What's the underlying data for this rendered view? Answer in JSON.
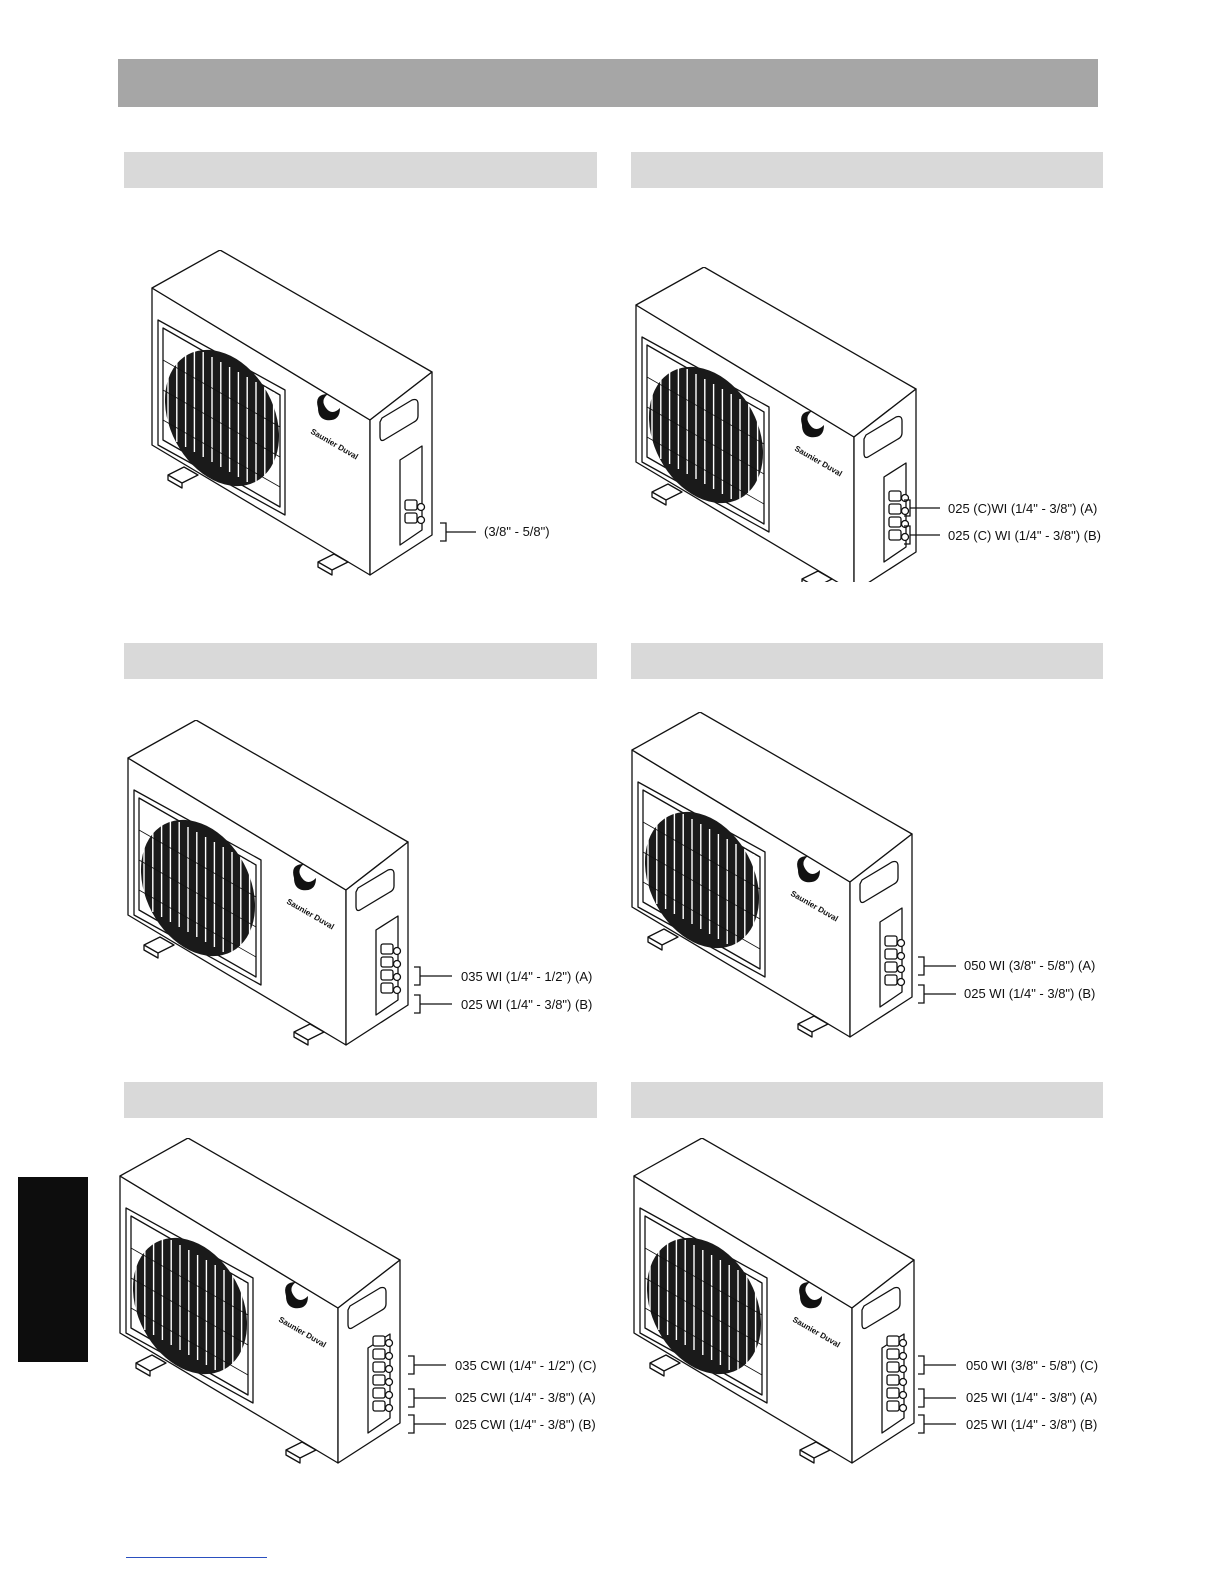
{
  "panels": [
    {
      "brand": "Saunier Duval",
      "callouts": [
        "(3/8\" - 5/8\")"
      ]
    },
    {
      "brand": "Saunier Duval",
      "callouts": [
        "025 (C)WI (1/4\" - 3/8\") (A)",
        "025 (C) WI (1/4\" - 3/8\") (B)"
      ]
    },
    {
      "brand": "Saunier Duval",
      "callouts": [
        "035 WI (1/4\" - 1/2\") (A)",
        "025 WI (1/4\" - 3/8\") (B)"
      ]
    },
    {
      "brand": "Saunier Duval",
      "callouts": [
        "050 WI (3/8\" - 5/8\") (A)",
        "025 WI (1/4\" - 3/8\") (B)"
      ]
    },
    {
      "brand": "Saunier Duval",
      "callouts": [
        "035 CWI (1/4\" - 1/2\") (C)",
        "025 CWI (1/4\" - 3/8\") (A)",
        "025 CWI (1/4\" - 3/8\") (B)"
      ]
    },
    {
      "brand": "Saunier Duval",
      "callouts": [
        "050 WI (3/8\" - 5/8\") (C)",
        "025 WI (1/4\" - 3/8\") (A)",
        "025 WI (1/4\" - 3/8\") (B)"
      ]
    }
  ],
  "colors": {
    "banner": "#a6a6a6",
    "section_header": "#d9d9d9",
    "side_tab": "#0d0d0d",
    "link": "#2a4fbf"
  }
}
